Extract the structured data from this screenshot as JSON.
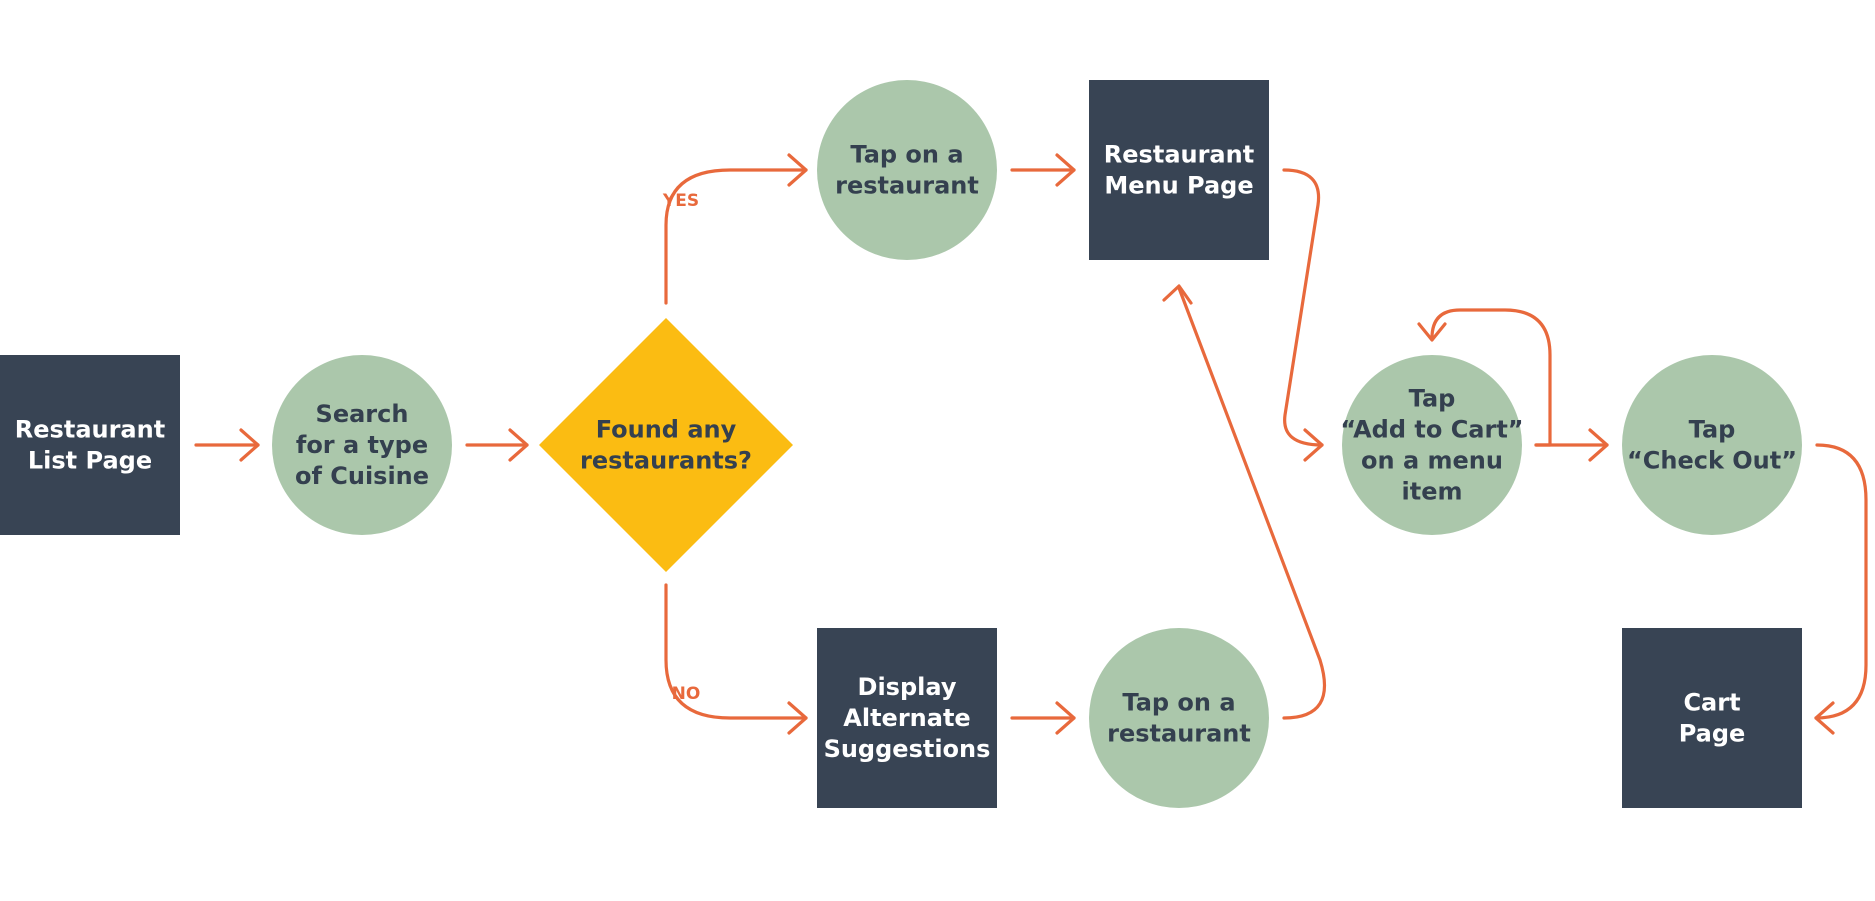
{
  "diagram": {
    "colors": {
      "screen_fill": "#384454",
      "action_fill": "#abc7ab",
      "decision_fill": "#fbbc12",
      "arrow": "#e8693c",
      "light_text": "#ffffff",
      "dark_text": "#34404f"
    },
    "nodes": {
      "restaurant_list": {
        "shape": "square",
        "lines": [
          "Restaurant",
          "List Page"
        ]
      },
      "search": {
        "shape": "circle",
        "lines": [
          "Search",
          "for a type",
          "of Cuisine"
        ]
      },
      "decision": {
        "shape": "diamond",
        "lines": [
          "Found any",
          "restaurants?"
        ]
      },
      "tap_top": {
        "shape": "circle",
        "lines": [
          "Tap on a",
          "restaurant"
        ]
      },
      "menu_page": {
        "shape": "square",
        "lines": [
          "Restaurant",
          "Menu Page"
        ]
      },
      "display_alt": {
        "shape": "square",
        "lines": [
          "Display",
          "Alternate",
          "Suggestions"
        ]
      },
      "tap_bottom": {
        "shape": "circle",
        "lines": [
          "Tap on a",
          "restaurant"
        ]
      },
      "add_to_cart": {
        "shape": "circle",
        "lines": [
          "Tap",
          "“Add to Cart”",
          "on a menu",
          "item"
        ]
      },
      "check_out": {
        "shape": "circle",
        "lines": [
          "Tap",
          "“Check Out”"
        ]
      },
      "cart_page": {
        "shape": "square",
        "lines": [
          "Cart",
          "Page"
        ]
      }
    },
    "edge_labels": {
      "yes": "YES",
      "no": "NO"
    }
  }
}
